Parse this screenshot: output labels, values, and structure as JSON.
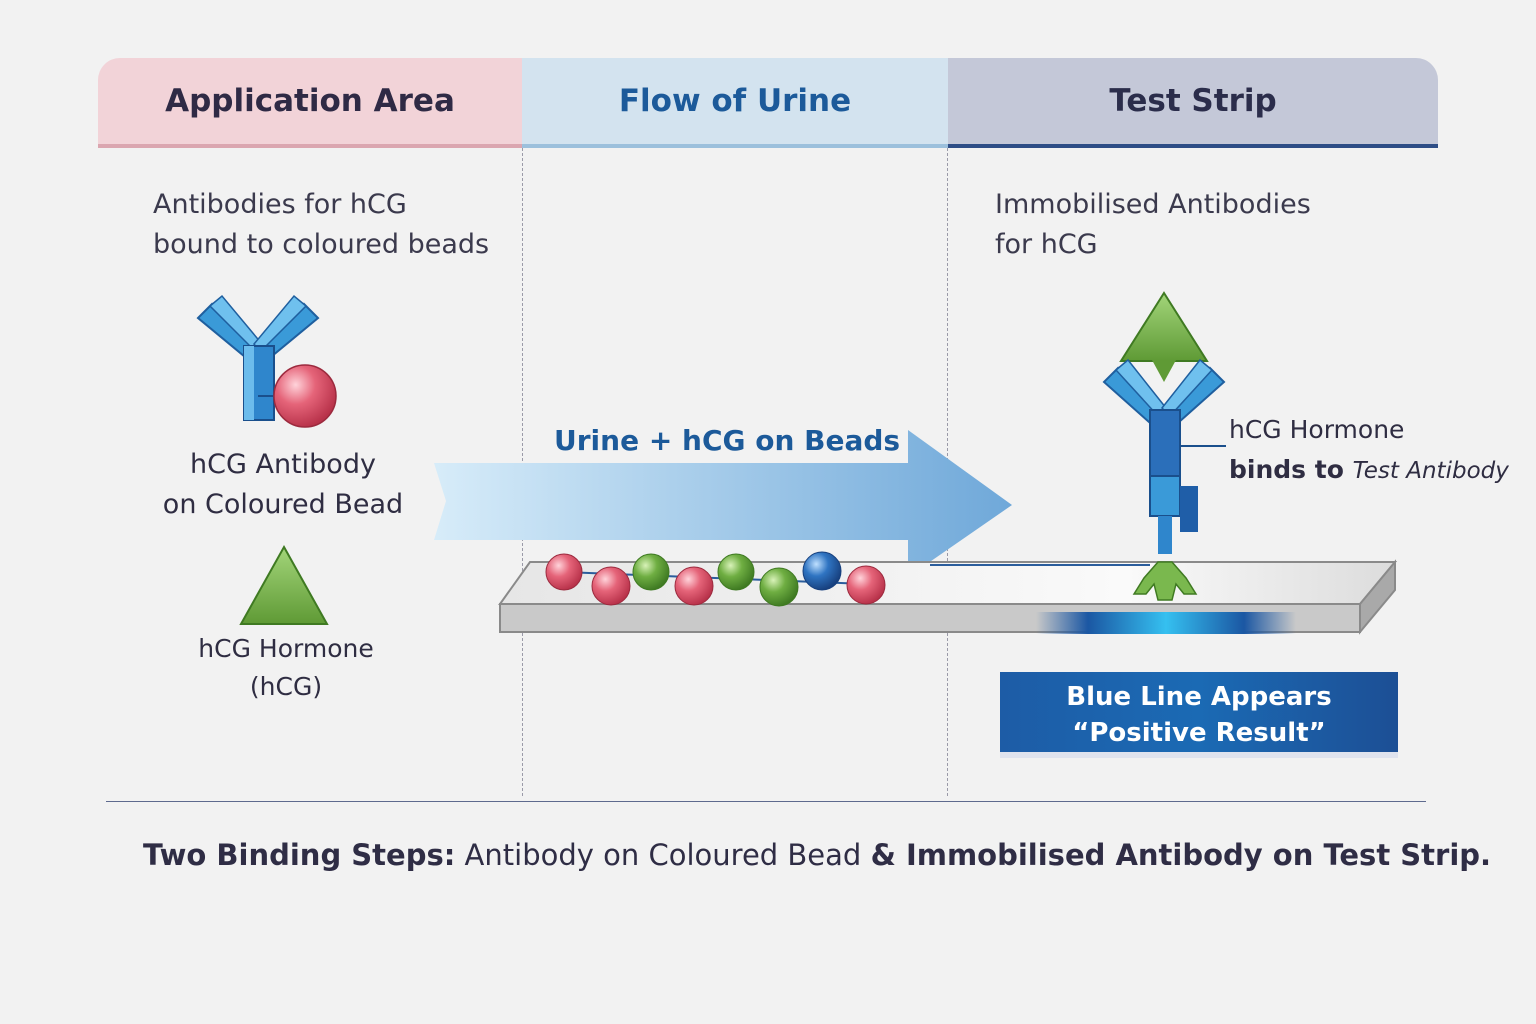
{
  "header": {
    "application_area": "Application Area",
    "flow_of_urine": "Flow of Urine",
    "test_strip": "Test Strip"
  },
  "application": {
    "caption_line1": "Antibodies for hCG",
    "caption_line2": "bound to coloured beads",
    "antibody_label_line1": "hCG Antibody",
    "antibody_label_line2": "on Coloured Bead",
    "hormone_label_line1": "hCG Hormone",
    "hormone_label_line2": "(hCG)"
  },
  "flow": {
    "arrow_label": "Urine + hCG on Beads"
  },
  "strip": {
    "caption_line1": "Immobilised Antibodies",
    "caption_line2": "for hCG",
    "callout_line1": "hCG Hormone",
    "callout_line2_bold": "binds to ",
    "callout_line2_italic": "Test Antibody",
    "result_line1": "Blue Line Appears",
    "result_line2": "“Positive Result”"
  },
  "summary": {
    "bold_part1": "Two Binding Steps:",
    "normal_part": " Antibody on Coloured Bead ",
    "bold_part2": "& Immobilised Antibody on Test Strip."
  },
  "colors": {
    "pink_bead": "#e0596e",
    "green_bead": "#6aa63e",
    "blue_bead": "#2b6cb8",
    "antibody_blue": "#3a8fd0",
    "hormone_green": "#74b04a",
    "result_blue": "#1b62ae"
  },
  "icons": {
    "antibody": "y-shaped-antibody-icon",
    "hormone": "triangle-hormone-icon",
    "bead": "sphere-bead-icon",
    "flow_arrow": "right-arrow-icon"
  }
}
